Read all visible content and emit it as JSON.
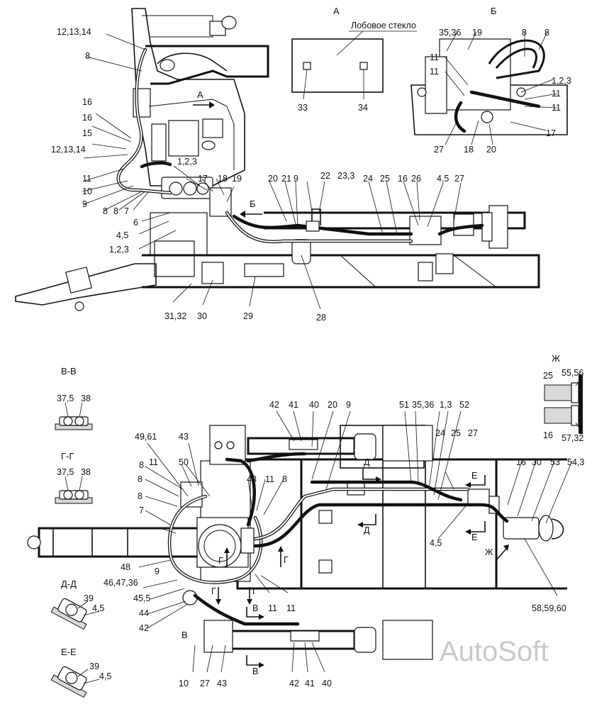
{
  "views": {
    "A": "А",
    "B": "Б",
    "VV": "В-В",
    "GG": "Г-Г",
    "DD": "Д-Д",
    "EE": "Е-Е",
    "ZH": "Ж",
    "windshield": "Лобовое стекло"
  },
  "arrows": {
    "A": "А",
    "B": "Б",
    "V1": "В",
    "V2": "В",
    "G1": "Г",
    "G2": "Г",
    "G3": "Г",
    "G4": "Г",
    "D1": "Д",
    "D2": "Д",
    "E1": "Е",
    "E2": "Е",
    "ZH": "Ж",
    "Vbig": "В"
  },
  "labels": {
    "t_12_13_14a": "12,13,14",
    "t_8a": "8",
    "t_16a": "16",
    "t_16b": "16",
    "t_15": "15",
    "t_12_13_14b": "12,13,14",
    "t_11a": "11",
    "t_10a": "10",
    "t_9a": "9",
    "t_8b": "8",
    "t_8c": "8",
    "t_7a": "7",
    "t_6": "6",
    "t_4_5a": "4,5",
    "t_1_2_3a": "1,2,3",
    "t_1_2_3b": "1,2,3",
    "t_17a": "17",
    "t_18a": "18",
    "t_19a": "19",
    "t_20a": "20",
    "t_21": "21",
    "t_9b": "9",
    "t_22": "22",
    "t_23_3": "23,3",
    "t_24a": "24",
    "t_25a": "25",
    "t_16c": "16",
    "t_26": "26",
    "t_4_5b": "4,5",
    "t_27a": "27",
    "t_31_32": "31,32",
    "t_30a": "30",
    "t_29": "29",
    "t_28": "28",
    "t_33": "33",
    "t_34": "34",
    "t_35_36a": "35,36",
    "t_19b": "19",
    "t_8d": "8",
    "t_8e": "8",
    "t_11b": "11",
    "t_11c": "11",
    "t_1_2_3c": "1,2,3",
    "t_11d": "11",
    "t_11e": "11",
    "t_17b": "17",
    "t_27b": "27",
    "t_18b": "18",
    "t_20b": "20",
    "t_37_5a": "37,5",
    "t_38a": "38",
    "t_37_5b": "37,5",
    "t_38b": "38",
    "t_39a": "39",
    "t_4_5c": "4,5",
    "t_39b": "39",
    "t_4_5d": "4,5",
    "t_25b": "25",
    "t_55_56": "55,56",
    "t_16d": "16",
    "t_57_32": "57,32",
    "t_49_61": "49,61",
    "t_43a": "43",
    "t_42a": "42",
    "t_41a": "41",
    "t_40a": "40",
    "t_20c": "20",
    "t_9c": "9",
    "t_51": "51",
    "t_35_36b": "35,36",
    "t_1_3": "1,3",
    "t_52": "52",
    "t_24b": "24",
    "t_25c": "25",
    "t_27c": "27",
    "t_16e": "16",
    "t_30b": "30",
    "t_53": "53",
    "t_54_3": "54,3",
    "t_8f": "8",
    "t_11f": "11",
    "t_50": "50",
    "t_43b": "43",
    "t_11g": "11",
    "t_8g": "8",
    "t_8h": "8",
    "t_8i": "8",
    "t_7b": "7",
    "t_48": "48",
    "t_46_47_36": "46,47,36",
    "t_9d": "9",
    "t_45_5": "45,5",
    "t_44": "44",
    "t_42b": "42",
    "t_11h": "11",
    "t_11i": "11",
    "t_4_5e": "4,5",
    "t_58_59_60": "58,59,60",
    "t_10b": "10",
    "t_27d": "27",
    "t_43c": "43",
    "t_42c": "42",
    "t_41b": "41",
    "t_40b": "40"
  },
  "watermark": "AutoSoft"
}
